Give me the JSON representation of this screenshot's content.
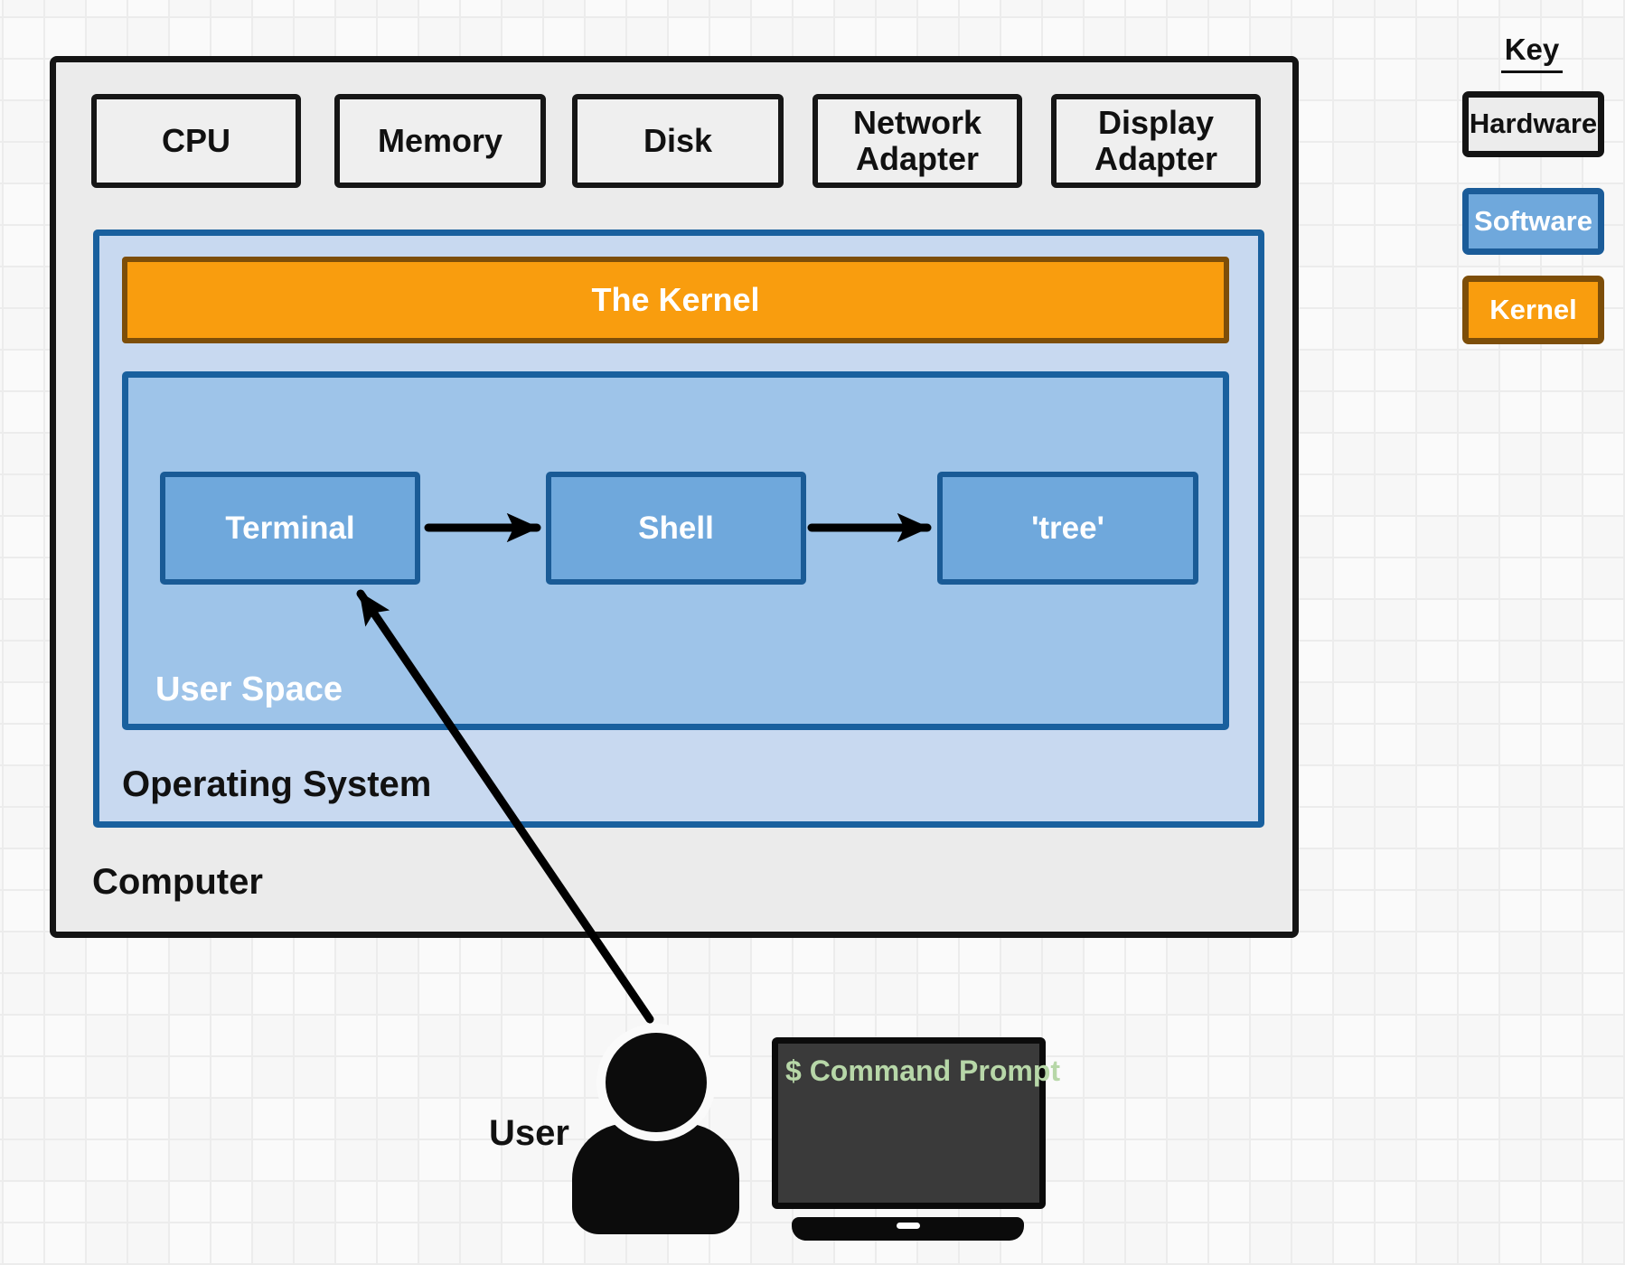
{
  "colors": {
    "background": "#fafafa",
    "grid_line": "#ececec",
    "hardware_fill": "#efefef",
    "hardware_border": "#141414",
    "computer_fill": "#ebebeb",
    "os_fill": "#c8d9f0",
    "userspace_fill": "#9ec4e9",
    "software_fill": "#6fa8dc",
    "software_border": "#1b5c99",
    "kernel_fill": "#f99d0e",
    "kernel_border": "#7d4e09",
    "arrow": "#000000",
    "monitor_screen_fill": "#3a3a3a",
    "terminal_text_green": "#b7d7a8"
  },
  "computer": {
    "label": "Computer",
    "hardware": [
      {
        "label": "CPU"
      },
      {
        "label": "Memory"
      },
      {
        "label": "Disk"
      },
      {
        "label": "Network Adapter"
      },
      {
        "label": "Display Adapter"
      }
    ],
    "os": {
      "label": "Operating System",
      "kernel": {
        "label": "The Kernel"
      },
      "user_space": {
        "label": "User Space",
        "apps": [
          {
            "label": "Terminal"
          },
          {
            "label": "Shell"
          },
          {
            "label": "'tree'"
          }
        ]
      }
    }
  },
  "key": {
    "title": "Key",
    "items": [
      {
        "label": "Hardware",
        "type": "hardware"
      },
      {
        "label": "Software",
        "type": "software"
      },
      {
        "label": "Kernel",
        "type": "kernel"
      }
    ]
  },
  "user": {
    "label": "User"
  },
  "monitor": {
    "screen_text": "$ Command Prompt"
  }
}
